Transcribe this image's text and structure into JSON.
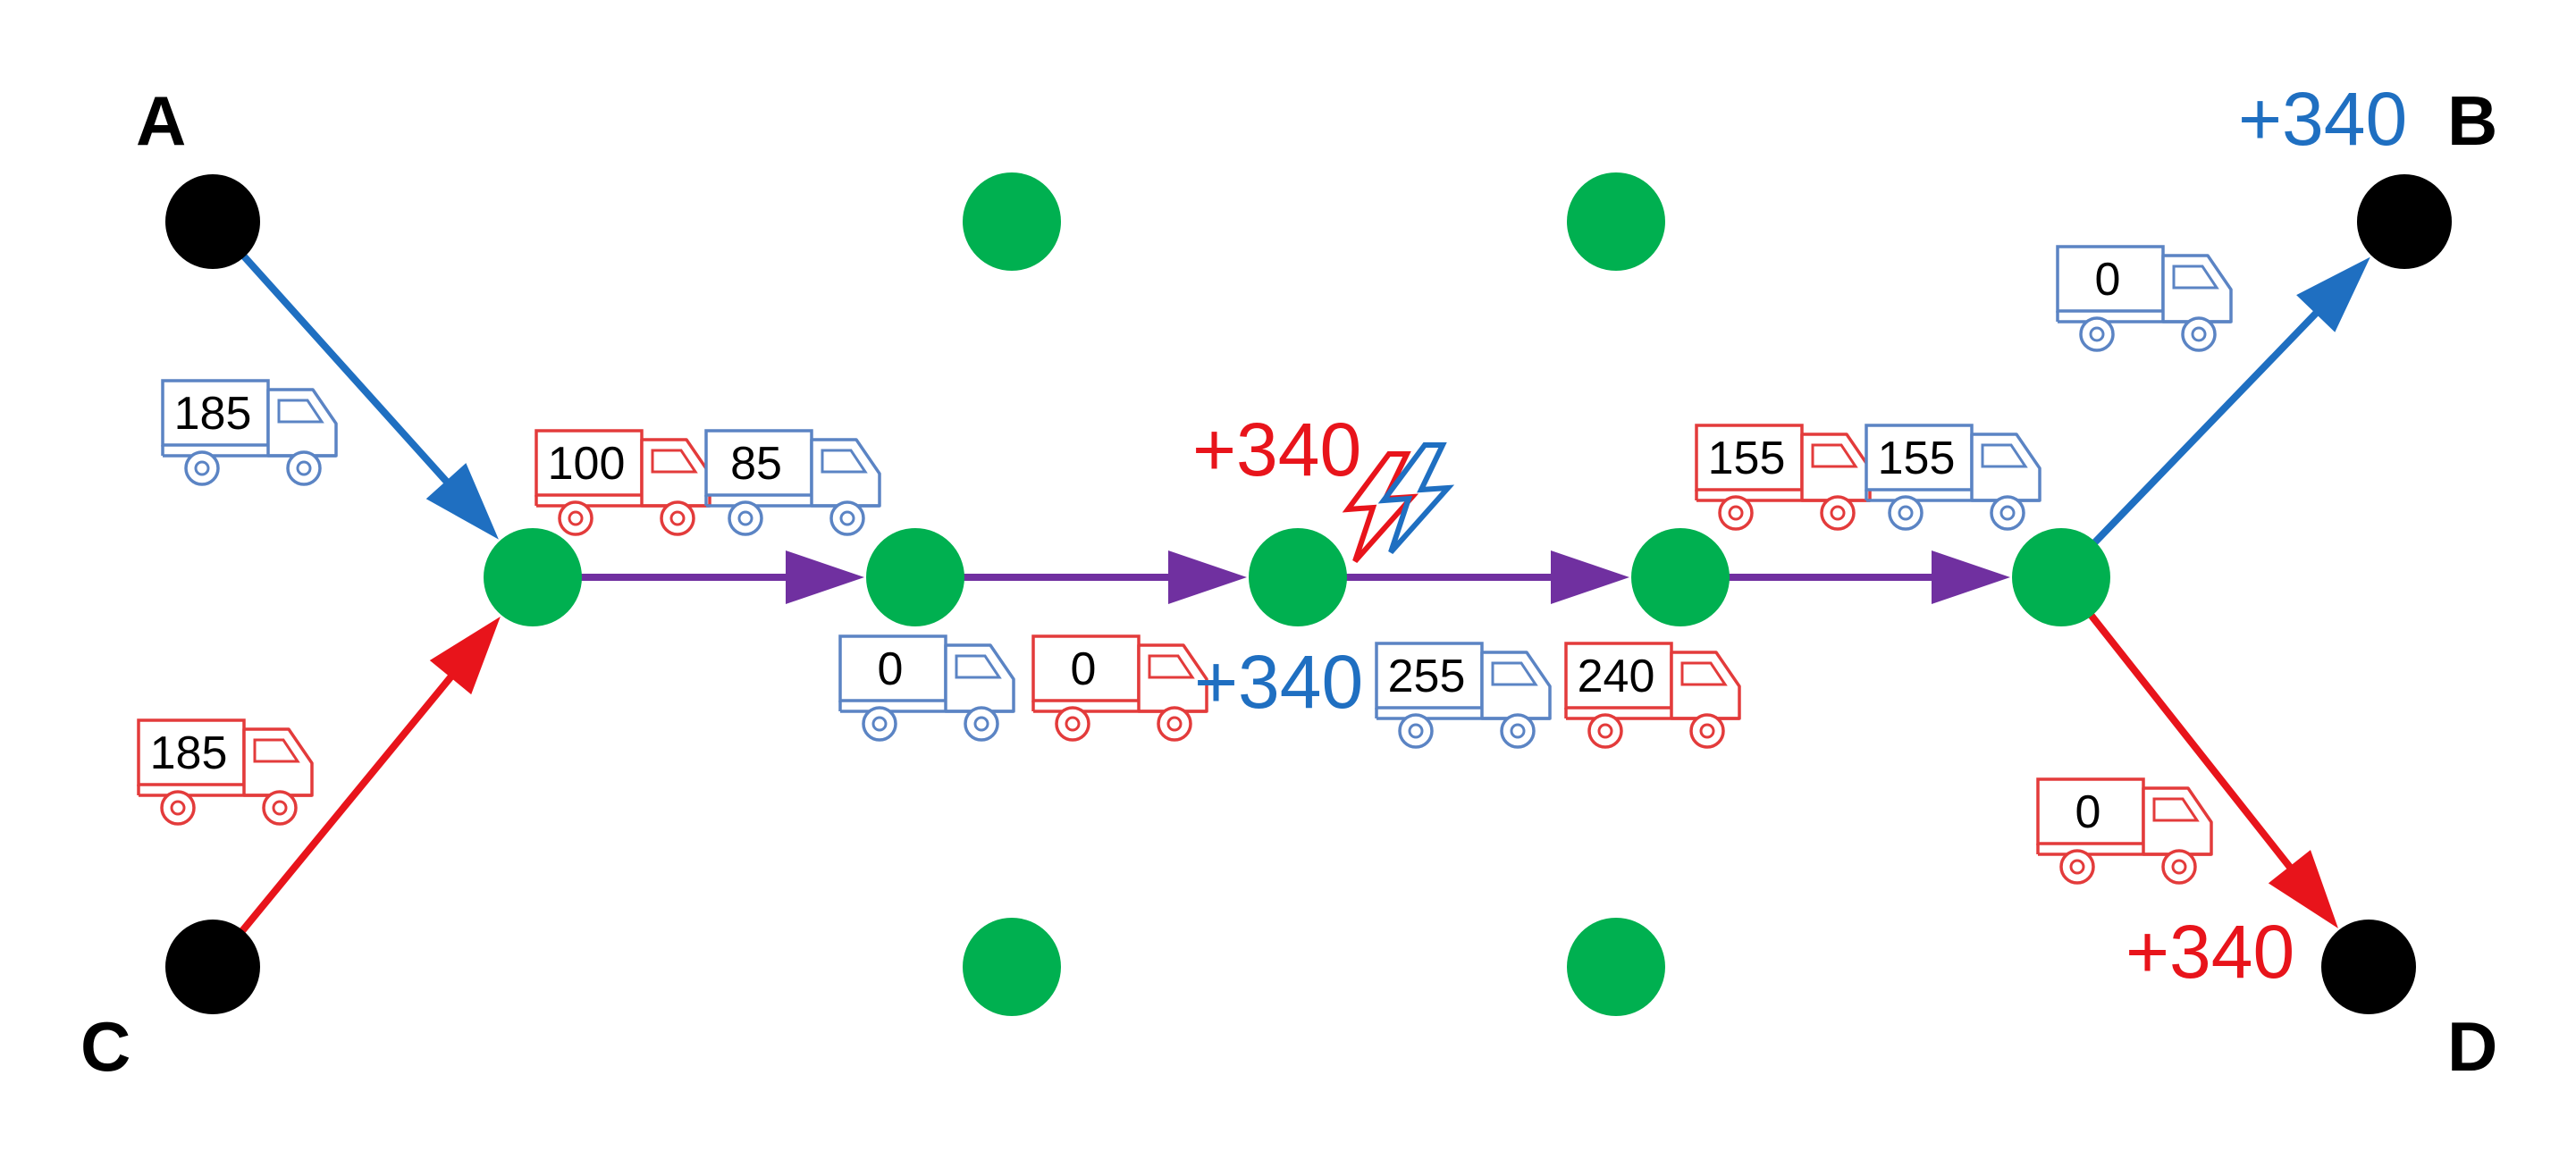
{
  "colors": {
    "blue": "#1f6fc1",
    "red": "#e8141b",
    "purple": "#7030a0",
    "green": "#00b050",
    "black": "#000000",
    "blue_truck": "#5b84c4",
    "red_truck": "#e33b3b"
  },
  "nodes": [
    {
      "id": "A",
      "label": "A",
      "type": "terminal"
    },
    {
      "id": "B",
      "label": "B",
      "type": "terminal"
    },
    {
      "id": "C",
      "label": "C",
      "type": "terminal"
    },
    {
      "id": "D",
      "label": "D",
      "type": "terminal"
    },
    {
      "id": "J1",
      "label": "",
      "type": "junction"
    },
    {
      "id": "J2",
      "label": "",
      "type": "junction"
    },
    {
      "id": "J3",
      "label": "",
      "type": "junction"
    },
    {
      "id": "J4",
      "label": "",
      "type": "junction"
    },
    {
      "id": "J5",
      "label": "",
      "type": "junction"
    },
    {
      "id": "T1",
      "label": "",
      "type": "junction"
    },
    {
      "id": "T2",
      "label": "",
      "type": "junction"
    },
    {
      "id": "B1",
      "label": "",
      "type": "junction"
    },
    {
      "id": "B2",
      "label": "",
      "type": "junction"
    }
  ],
  "edges": [
    {
      "from": "A",
      "to": "J1",
      "color": "blue"
    },
    {
      "from": "C",
      "to": "J1",
      "color": "red"
    },
    {
      "from": "J1",
      "to": "J2",
      "color": "purple"
    },
    {
      "from": "J2",
      "to": "J3",
      "color": "purple"
    },
    {
      "from": "J3",
      "to": "J4",
      "color": "purple"
    },
    {
      "from": "J4",
      "to": "J5",
      "color": "purple"
    },
    {
      "from": "J5",
      "to": "B",
      "color": "blue"
    },
    {
      "from": "J5",
      "to": "D",
      "color": "red"
    }
  ],
  "trucks": [
    {
      "id": "t1",
      "value": "185",
      "color": "blue"
    },
    {
      "id": "t2",
      "value": "185",
      "color": "red"
    },
    {
      "id": "t3",
      "value": "100",
      "color": "red"
    },
    {
      "id": "t4",
      "value": "85",
      "color": "blue"
    },
    {
      "id": "t5",
      "value": "0",
      "color": "blue"
    },
    {
      "id": "t6",
      "value": "0",
      "color": "red"
    },
    {
      "id": "t7",
      "value": "255",
      "color": "blue"
    },
    {
      "id": "t8",
      "value": "240",
      "color": "red"
    },
    {
      "id": "t9",
      "value": "155",
      "color": "red"
    },
    {
      "id": "t10",
      "value": "155",
      "color": "blue"
    },
    {
      "id": "t11",
      "value": "0",
      "color": "blue"
    },
    {
      "id": "t12",
      "value": "0",
      "color": "red"
    }
  ],
  "charges": [
    {
      "id": "c1",
      "text": "+340",
      "color": "red"
    },
    {
      "id": "c2",
      "text": "+340",
      "color": "blue"
    },
    {
      "id": "c3",
      "text": "+340",
      "color": "blue"
    },
    {
      "id": "c4",
      "text": "+340",
      "color": "red"
    }
  ],
  "icons": {
    "charging": "lightning-bolt-icon",
    "truck": "truck-icon"
  }
}
